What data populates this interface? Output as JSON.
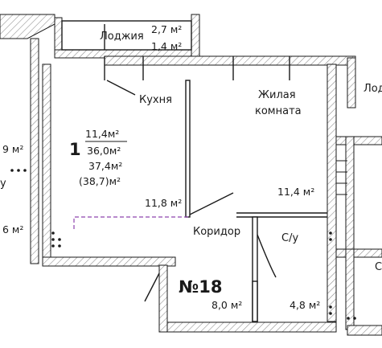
{
  "apartment": {
    "number": "1",
    "unit_label": "№18",
    "area_living": "11,4м²",
    "area_total": "36,0м²",
    "area_with_loggia": "37,4м²",
    "area_extra": "(38,7)м²"
  },
  "rooms": {
    "loggia_name": "Лоджия",
    "loggia_area_full": "2,7 м²",
    "loggia_area_reduced": "1,4 м²",
    "kitchen_name": "Кухня",
    "kitchen_area": "11,8 м²",
    "living_name_line1": "Жилая",
    "living_name_line2": "комната",
    "living_area": "11,4 м²",
    "corridor_name": "Коридор",
    "bathroom_name": "С/у",
    "bathroom_area": "4,8 м²",
    "hall_area": "8,0 м²"
  },
  "neighbors": {
    "left_area_top": "9 м²",
    "left_area_bottom": "6 м²",
    "left_fragment": "у",
    "right_fragment_top": "Лод",
    "right_fragment_mid": "С"
  },
  "colors": {
    "wall": "#1a1a1a",
    "hatch": "#9a9a9a",
    "dashed_line": "#8e44ad"
  }
}
